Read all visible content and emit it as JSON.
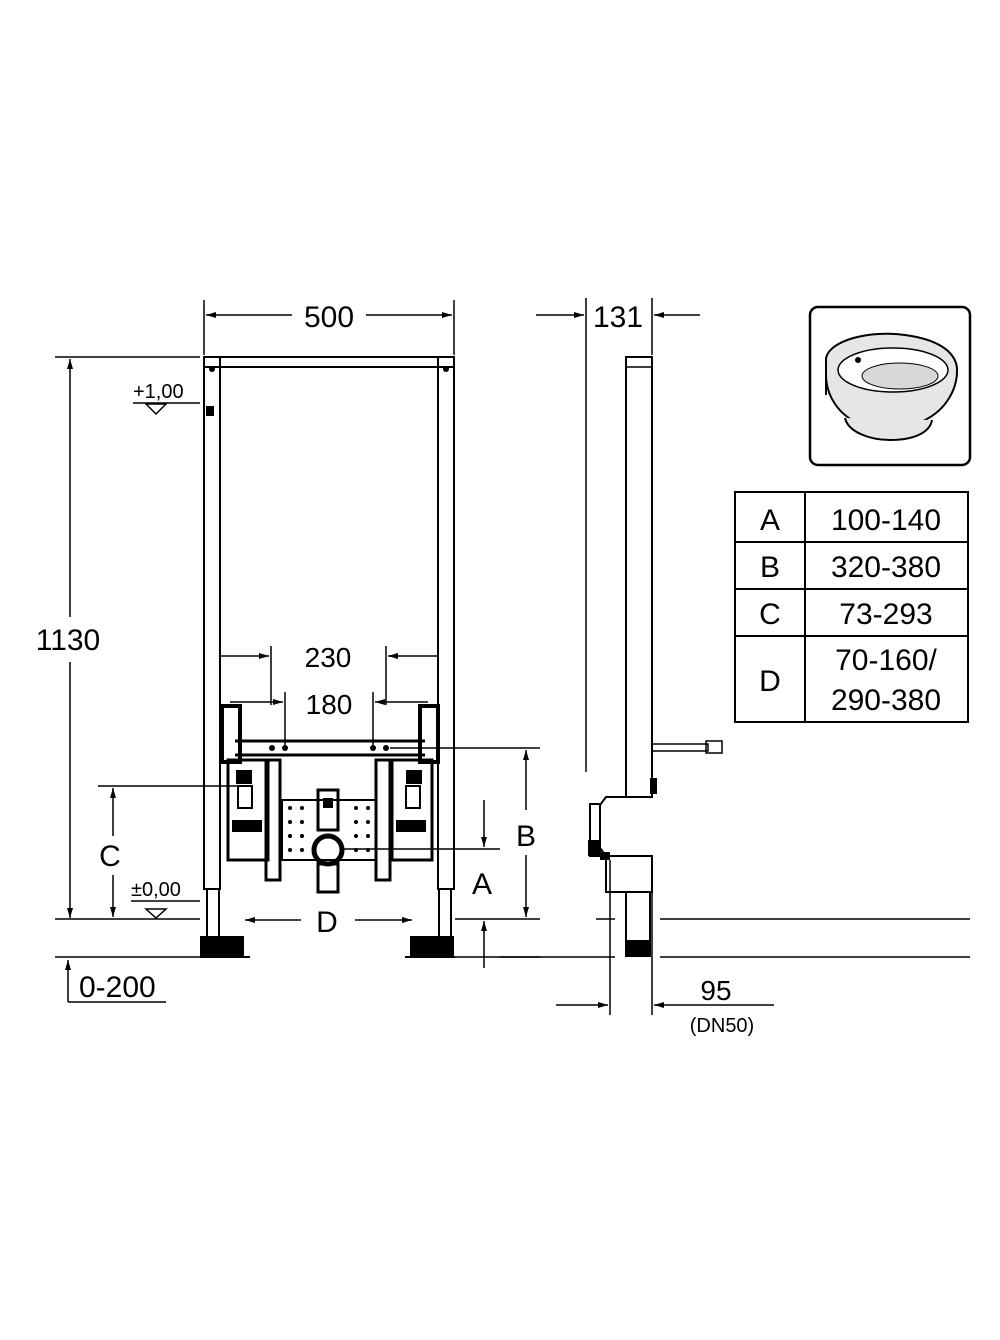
{
  "front_view": {
    "width_dim": "500",
    "height_dim": "1130",
    "level_top": "+1,00",
    "level_zero": "±0,00",
    "adjust_dim": "0-200",
    "outer_pipe_dim": "230",
    "inner_pipe_dim": "180",
    "label_c": "C",
    "label_d": "D",
    "label_a": "A",
    "label_b": "B"
  },
  "side_view": {
    "depth_dim": "131",
    "drain_dim": "95",
    "drain_size": "(DN50)"
  },
  "dimension_table": [
    {
      "key": "A",
      "value_lines": [
        "100-140"
      ]
    },
    {
      "key": "B",
      "value_lines": [
        "320-380"
      ]
    },
    {
      "key": "C",
      "value_lines": [
        "73-293"
      ]
    },
    {
      "key": "D",
      "value_lines": [
        "70-160/",
        "290-380"
      ]
    }
  ],
  "colors": {
    "ink": "#000000",
    "paper": "#ffffff",
    "bidet_fill": "#e6e6e6"
  }
}
